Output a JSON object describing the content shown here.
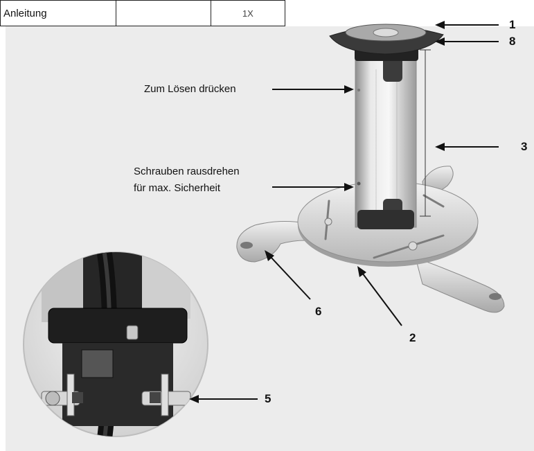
{
  "table": {
    "cell_label": "Anleitung",
    "cell_empty": "",
    "cell_quantity": "1X"
  },
  "labels": {
    "release": "Zum Lösen drücken",
    "screws_line1": "Schrauben rausdrehen",
    "screws_line2": "für max. Sicherheit"
  },
  "callouts": {
    "n1": "1",
    "n8": "8",
    "n3": "3",
    "n6": "6",
    "n2": "2",
    "n5": "5"
  }
}
